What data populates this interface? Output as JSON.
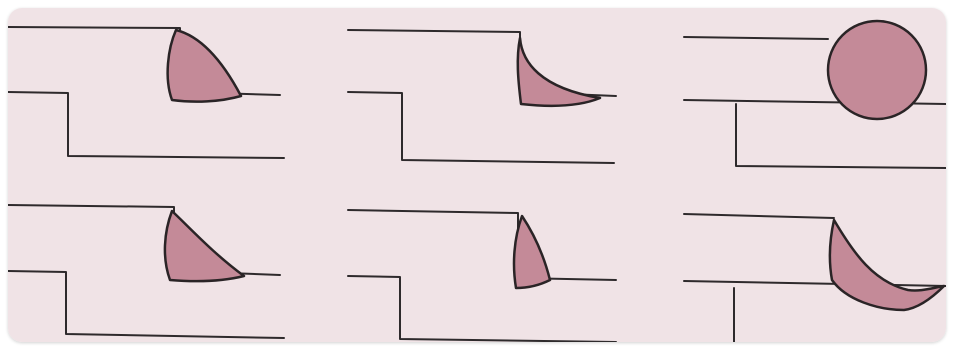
{
  "colors": {
    "background": "#f0e3e6",
    "line": "#2e2a2c",
    "drop_fill": "#c48a98",
    "drop_stroke": "#2a2426"
  },
  "panels": [
    {
      "id": "r1c1",
      "drop_shape": "convex-drop"
    },
    {
      "id": "r1c2",
      "drop_shape": "concave-drop"
    },
    {
      "id": "r1c3",
      "drop_shape": "sphere"
    },
    {
      "id": "r2c1",
      "drop_shape": "wedge-drop"
    },
    {
      "id": "r2c2",
      "drop_shape": "narrow-drop"
    },
    {
      "id": "r2c3",
      "drop_shape": "spreading-drop"
    }
  ]
}
